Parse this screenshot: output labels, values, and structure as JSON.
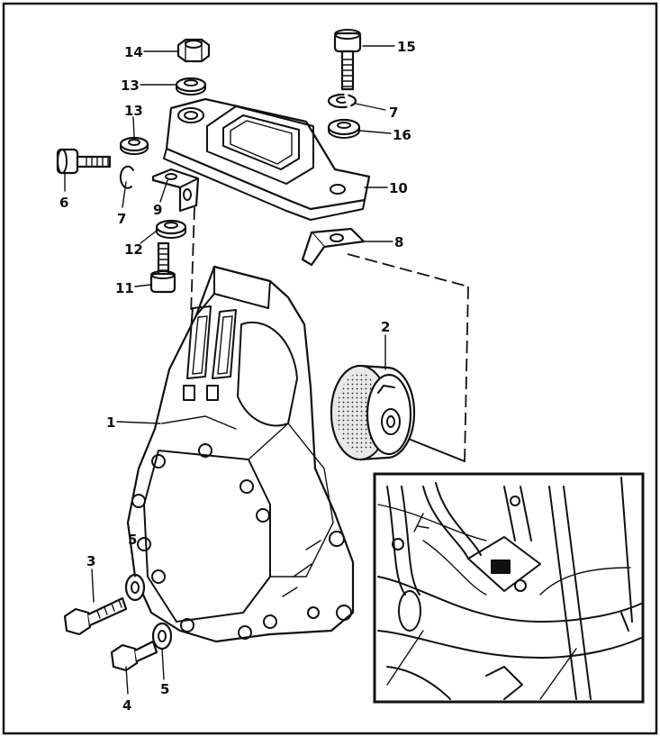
{
  "colors": {
    "ink": "#111111",
    "paper": "#ffffff"
  },
  "callouts": [
    {
      "id": "1",
      "text": "1"
    },
    {
      "id": "2",
      "text": "2"
    },
    {
      "id": "3",
      "text": "3"
    },
    {
      "id": "4",
      "text": "4"
    },
    {
      "id": "5a",
      "text": "5"
    },
    {
      "id": "5b",
      "text": "5"
    },
    {
      "id": "6",
      "text": "6"
    },
    {
      "id": "7a",
      "text": "7"
    },
    {
      "id": "7b",
      "text": "7"
    },
    {
      "id": "8",
      "text": "8"
    },
    {
      "id": "9",
      "text": "9"
    },
    {
      "id": "10",
      "text": "10"
    },
    {
      "id": "11",
      "text": "11"
    },
    {
      "id": "12",
      "text": "12"
    },
    {
      "id": "13a",
      "text": "13"
    },
    {
      "id": "13b",
      "text": "13"
    },
    {
      "id": "14",
      "text": "14"
    },
    {
      "id": "15",
      "text": "15"
    },
    {
      "id": "16",
      "text": "16"
    }
  ]
}
